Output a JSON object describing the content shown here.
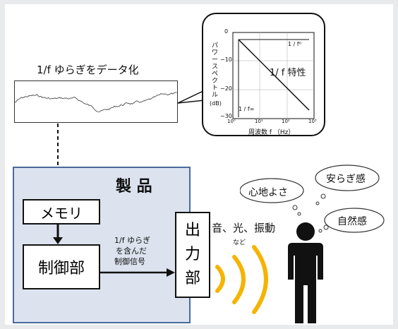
{
  "waveform_title": "1/f ゆらぎをデータ化",
  "graph": {
    "ylabel": "パワースペクトル",
    "yunit": "(dB)",
    "y_ticks": [
      "0",
      "−10",
      "−20",
      "−30"
    ],
    "x_ticks": [
      "10⁰",
      "10¹",
      "10²",
      "10³"
    ],
    "xlabel": "周波数 f （Hz）",
    "curve_label": "1/ f 特性",
    "label_f0": "1 / f⁰",
    "label_finf": "1 / f∞"
  },
  "product_title": "製 品",
  "memory_label": "メモリ",
  "control_label": "制御部",
  "signal_label": [
    "1/f ゆらぎ",
    "を含んだ",
    "制御信号"
  ],
  "output_label": [
    "出",
    "力",
    "部"
  ],
  "output_types": "音、光、振動",
  "output_etc": "など",
  "bubbles": {
    "comfort": "心地よさ",
    "peace": "安らぎ感",
    "natural": "自然感"
  },
  "colors": {
    "panel_fill": "#dce3ef",
    "panel_border": "#4a6a9a",
    "wave_arcs": "#f5b400",
    "person": "#111111",
    "outer_background": "#e9eaec"
  }
}
